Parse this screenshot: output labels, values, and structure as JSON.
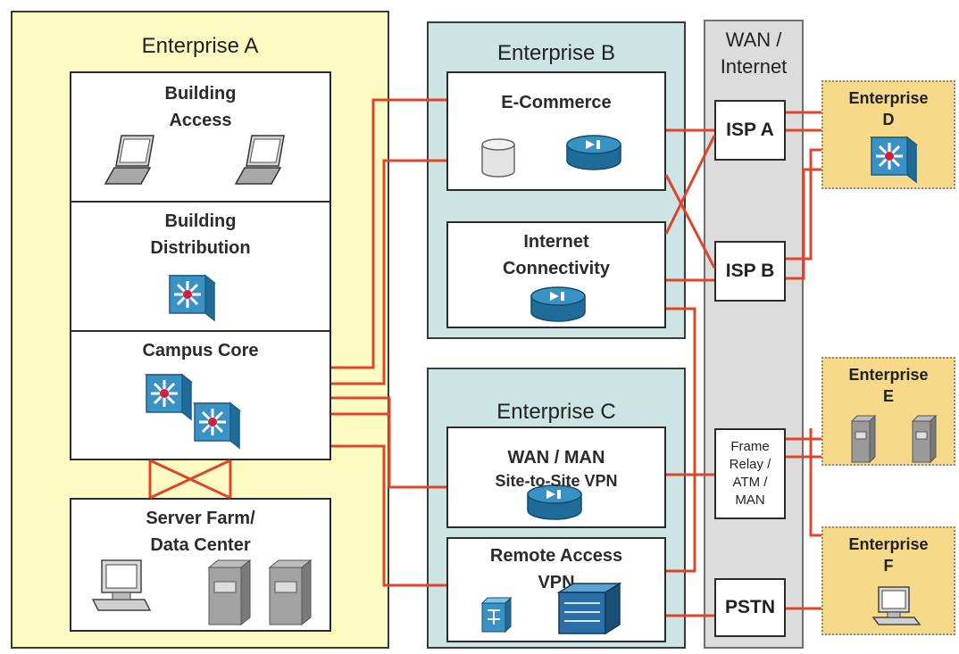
{
  "enterprise_a": {
    "title": "Enterprise A",
    "building_access": "Building\nAccess",
    "building_distribution": "Building\nDistribution",
    "campus_core": "Campus Core",
    "server_farm": "Server Farm/\nData Center"
  },
  "enterprise_b": {
    "title": "Enterprise B",
    "ecommerce": "E-Commerce",
    "internet_connectivity": "Internet\nConnectivity"
  },
  "enterprise_c": {
    "title": "Enterprise C",
    "wan_man": "WAN / MAN",
    "site_to_site": "Site-to-Site VPN",
    "remote_access": "Remote Access\nVPN"
  },
  "wan_internet": {
    "title": "WAN /\nInternet",
    "isp_a": "ISP A",
    "isp_b": "ISP B",
    "frame_relay": "Frame\nRelay /\nATM /\nMAN",
    "pstn": "PSTN"
  },
  "enterprise_d": {
    "title": "Enterprise\nD"
  },
  "enterprise_e": {
    "title": "Enterprise\nE"
  },
  "enterprise_f": {
    "title": "Enterprise\nF"
  },
  "colors": {
    "link": "#e0442a",
    "region_a": "#fbfbc2",
    "region_bc": "#cde4e4",
    "ent_remote": "#f7d98a",
    "wan": "#dcdcdc"
  }
}
